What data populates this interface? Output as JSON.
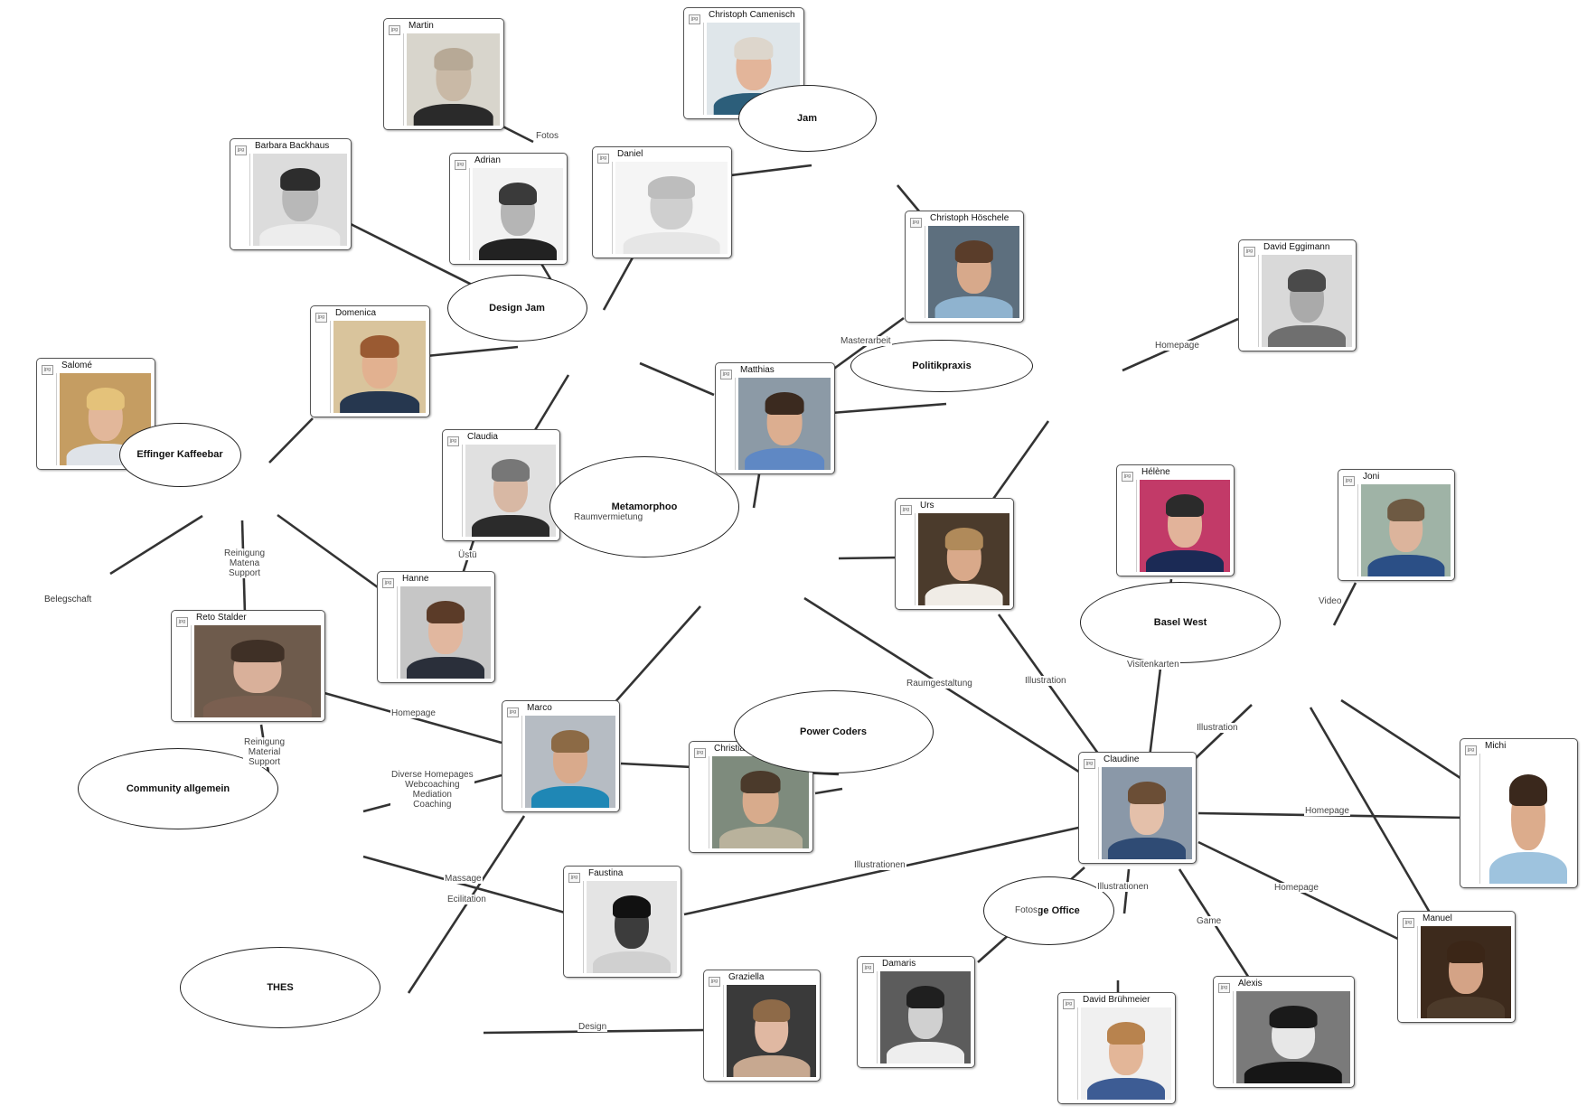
{
  "diagram": {
    "badge_label": "jpg",
    "people": [
      {
        "id": "martin",
        "name": "Martin",
        "bg": "#d8d5cc",
        "skin": "#c9b9a6",
        "hair": "#b7a996",
        "shirt": "#2a2a2a"
      },
      {
        "id": "christoph-camenisch",
        "name": "Christoph Camenisch",
        "bg": "#dfe6ea",
        "skin": "#e3b59a",
        "hair": "#ddd6cc",
        "shirt": "#2c5e7a"
      },
      {
        "id": "barbara-backhaus",
        "name": "Barbara Backhaus",
        "bg": "#dcdcdc",
        "skin": "#b8b8b8",
        "hair": "#2d2d2d",
        "shirt": "#ededed"
      },
      {
        "id": "adrian",
        "name": "Adrian",
        "bg": "#f2f2f2",
        "skin": "#b5b5b5",
        "hair": "#3a3a3a",
        "shirt": "#222222"
      },
      {
        "id": "daniel",
        "name": "Daniel",
        "bg": "#f5f5f5",
        "skin": "#cfcfcf",
        "hair": "#bdbdbd",
        "shirt": "#e6e6e6"
      },
      {
        "id": "christoph-hoschele",
        "name": "Christoph Höschele",
        "bg": "#5d6f7e",
        "skin": "#d7a98b",
        "hair": "#5a3d2a",
        "shirt": "#8fb3cf"
      },
      {
        "id": "david-eggimann",
        "name": "David Eggimann",
        "bg": "#d9d9d9",
        "skin": "#aaaaaa",
        "hair": "#4a4a4a",
        "shirt": "#6f6f6f"
      },
      {
        "id": "domenica",
        "name": "Domenica",
        "bg": "#d9c49c",
        "skin": "#e2b190",
        "hair": "#9a5a32",
        "shirt": "#26374f"
      },
      {
        "id": "salome",
        "name": "Salomé",
        "bg": "#c59d62",
        "skin": "#e2b79a",
        "hair": "#e4c27a",
        "shirt": "#dfe3e8"
      },
      {
        "id": "matthias",
        "name": "Matthias",
        "bg": "#8c9aa6",
        "skin": "#dcae90",
        "hair": "#3b2a1f",
        "shirt": "#5f88c4"
      },
      {
        "id": "claudia",
        "name": "Claudia",
        "bg": "#e0e0e0",
        "skin": "#d8b8a4",
        "hair": "#777777",
        "shirt": "#2b2b2b"
      },
      {
        "id": "urs",
        "name": "Urs",
        "bg": "#4b3b2c",
        "skin": "#d9a98a",
        "hair": "#b08a5a",
        "shirt": "#f0ece6"
      },
      {
        "id": "helene",
        "name": "Hélène",
        "bg": "#c23a68",
        "skin": "#e2b39a",
        "hair": "#2b2b2b",
        "shirt": "#1b2a55"
      },
      {
        "id": "joni",
        "name": "Joni",
        "bg": "#9fb3a6",
        "skin": "#dcb49c",
        "hair": "#6e5a43",
        "shirt": "#2b4f86"
      },
      {
        "id": "reto-stalder",
        "name": "Reto Stalder",
        "bg": "#6e5b4c",
        "skin": "#d9b09a",
        "hair": "#3f3026",
        "shirt": "#7a5f50"
      },
      {
        "id": "hanne",
        "name": "Hanne",
        "bg": "#c6c6c6",
        "skin": "#e1b79f",
        "hair": "#5b3b28",
        "shirt": "#2a2f3a"
      },
      {
        "id": "marco",
        "name": "Marco",
        "bg": "#b6bcc3",
        "skin": "#d9aa8c",
        "hair": "#8c6a45",
        "shirt": "#1f87b5"
      },
      {
        "id": "christian-hirsig",
        "name": "Christian Hirsig",
        "bg": "#7e8b7d",
        "skin": "#d8ab8c",
        "hair": "#4b3a2b",
        "shirt": "#b9b29c"
      },
      {
        "id": "claudine",
        "name": "Claudine",
        "bg": "#8a98a8",
        "skin": "#e4c0aa",
        "hair": "#6b4e36",
        "shirt": "#2f4b74"
      },
      {
        "id": "michi",
        "name": "Michi",
        "bg": "#ffffff",
        "skin": "#dcac8c",
        "hair": "#3a281c",
        "shirt": "#9ec3de"
      },
      {
        "id": "faustina",
        "name": "Faustina",
        "bg": "#e4e4e4",
        "skin": "#3c3c3c",
        "hair": "#111111",
        "shirt": "#d0d0d0"
      },
      {
        "id": "graziella",
        "name": "Graziella",
        "bg": "#3a3a3a",
        "skin": "#e0b8a2",
        "hair": "#8e6a48",
        "shirt": "#c7a890"
      },
      {
        "id": "damaris",
        "name": "Damaris",
        "bg": "#5c5c5c",
        "skin": "#d0d0d0",
        "hair": "#1f1f1f",
        "shirt": "#eeeeee"
      },
      {
        "id": "david-bruhmeier",
        "name": "David Brühmeier",
        "bg": "#f0f0f0",
        "skin": "#e3b698",
        "hair": "#b8834e",
        "shirt": "#3d5c94"
      },
      {
        "id": "alexis",
        "name": "Alexis",
        "bg": "#7a7a7a",
        "skin": "#e7e7e7",
        "hair": "#1a1a1a",
        "shirt": "#161616"
      },
      {
        "id": "manuel",
        "name": "Manuel",
        "bg": "#3d2a1c",
        "skin": "#d4a386",
        "hair": "#3b2617",
        "shirt": "#4c3a2a"
      }
    ],
    "organizations": [
      {
        "id": "jam",
        "label": "Jam"
      },
      {
        "id": "design-jam",
        "label": "Design Jam"
      },
      {
        "id": "politikpraxis",
        "label": "Politikpraxis"
      },
      {
        "id": "effinger-kaffeebar",
        "label": "Effinger Kaffeebar"
      },
      {
        "id": "metamorphoo",
        "label": "Metamorphoo"
      },
      {
        "id": "basel-west",
        "label": "Basel West"
      },
      {
        "id": "power-coders",
        "label": "Power Coders"
      },
      {
        "id": "community-allgemein",
        "label": "Community allgemein"
      },
      {
        "id": "village-office",
        "label": "Village Office"
      },
      {
        "id": "thes",
        "label": "THES"
      }
    ],
    "free_labels": [
      {
        "id": "belegschaft",
        "text": "Belegschaft"
      }
    ],
    "edge_labels": [
      {
        "id": "fotos-martin",
        "text": "Fotos"
      },
      {
        "id": "masterarbeit",
        "text": "Masterarbeit"
      },
      {
        "id": "homepage-david",
        "text": "Homepage"
      },
      {
        "id": "raumvermietung",
        "text": "Raumvermietung"
      },
      {
        "id": "ustu",
        "text": "Üstü"
      },
      {
        "id": "reinigung-effinger",
        "text": "Reinigung\nMatena\nSupport"
      },
      {
        "id": "homepage-reto",
        "text": "Homepage"
      },
      {
        "id": "reinigung-reto",
        "text": "Reinigung\nMaterial\nSupport"
      },
      {
        "id": "marco-services",
        "text": "Diverse Homepages\nWebcoaching\nMediation\nCoaching"
      },
      {
        "id": "raumgestaltung",
        "text": "Raumgestaltung"
      },
      {
        "id": "illustration-urs",
        "text": "Illustration"
      },
      {
        "id": "visitenkarten",
        "text": "Visitenkarten"
      },
      {
        "id": "video",
        "text": "Video"
      },
      {
        "id": "illustration-basel",
        "text": "Illustration"
      },
      {
        "id": "homepage-michi",
        "text": "Homepage"
      },
      {
        "id": "homepage-manuel",
        "text": "Homepage"
      },
      {
        "id": "illustrationen-faustina",
        "text": "Illustrationen"
      },
      {
        "id": "massage",
        "text": "Massage"
      },
      {
        "id": "ecilitation",
        "text": "Ecilitation"
      },
      {
        "id": "illustrationen-village",
        "text": "Illustrationen"
      },
      {
        "id": "fotos-damaris",
        "text": "Fotos"
      },
      {
        "id": "game",
        "text": "Game"
      },
      {
        "id": "design",
        "text": "Design"
      }
    ]
  }
}
